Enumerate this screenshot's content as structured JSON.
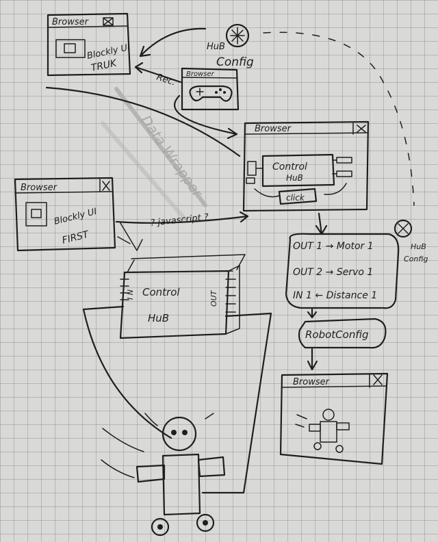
{
  "browser_label": "Browser",
  "blockly_truk": {
    "line1": "Blockly UI",
    "line2": "TRUK"
  },
  "blockly_first": {
    "line1": "Blockly UI",
    "line2": "FIRST"
  },
  "gamepad_rec_label": "Rec.",
  "hub_config": {
    "line1": "HuB",
    "line2": "Config"
  },
  "control_hub_screen": {
    "line1": "Control",
    "line2": "HuB",
    "button": "click"
  },
  "javascript_question": "? javascript ?",
  "faint_caption": "Data Wrapper",
  "physical_hub": {
    "line1": "Control",
    "line2": "HuB",
    "left_pins": "I N",
    "right_pins": "OUT"
  },
  "robot_config": {
    "hub_label_1": "HuB",
    "hub_label_2": "Config",
    "mappings": [
      "OUT 1 → Motor 1",
      "OUT 2 → Servo 1",
      "IN 1 ← Distance 1"
    ],
    "title": "RobotConfig"
  }
}
